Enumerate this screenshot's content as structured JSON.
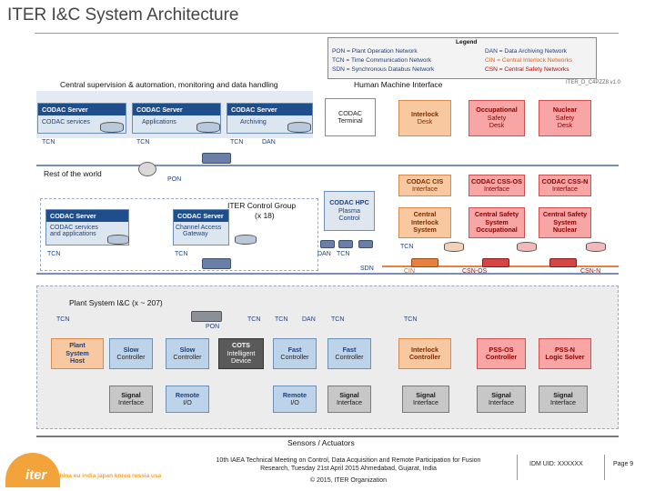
{
  "slide": {
    "title": "ITER I&C System Architecture",
    "doc_id": "ITER_D_C4PZZ8 v1.0"
  },
  "legend": {
    "heading": "Legend",
    "left": [
      "PON = Plant Operation Network",
      "TCN = Time Communication Network",
      "SDN = Synchronous Databus Network"
    ],
    "right": [
      "DAN = Data Archiving Network",
      "CIN = Central Interlock Networks",
      "CSN = Central Safety Networks"
    ]
  },
  "sections": {
    "central": "Central supervision & automation, monitoring and data handling",
    "hmi": "Human Machine Interface",
    "rest_of_world": "Rest of the world",
    "control_group": "ITER Control Group",
    "control_group_count": "(x 18)",
    "plant_system": "Plant System I&C (x ~ 207)",
    "sensors": "Sensors / Actuators"
  },
  "servers_top": [
    {
      "title": "CODAC Server",
      "sub": "CODAC services"
    },
    {
      "title": "CODAC Server",
      "sub": "Applications"
    },
    {
      "title": "CODAC Server",
      "sub": "Archiving"
    }
  ],
  "hmi_boxes": [
    {
      "line1": "CODAC",
      "line2": "Terminal",
      "line3": ""
    },
    {
      "line1": "Interlock",
      "line2": "Desk",
      "line3": ""
    },
    {
      "line1": "Occupational",
      "line2": "Safety",
      "line3": "Desk"
    },
    {
      "line1": "Nuclear",
      "line2": "Safety",
      "line3": "Desk"
    }
  ],
  "interfaces": [
    {
      "line1": "CODAC CIS",
      "line2": "Interface"
    },
    {
      "line1": "CODAC CSS-OS",
      "line2": "Interface"
    },
    {
      "line1": "CODAC CSS-N",
      "line2": "Interface"
    }
  ],
  "group_servers": [
    {
      "title": "CODAC Server",
      "line1": "CODAC services",
      "line2": "and applications"
    },
    {
      "title": "CODAC Server",
      "line1": "Channel Access",
      "line2": "Gateway"
    }
  ],
  "hpc": {
    "line1": "CODAC HPC",
    "line2": "Plasma",
    "line3": "Control"
  },
  "central_systems": [
    {
      "line1": "Central",
      "line2": "Interlock",
      "line3": "System"
    },
    {
      "line1": "Central Safety",
      "line2": "System",
      "line3": "Occupational"
    },
    {
      "line1": "Central Safety",
      "line2": "System",
      "line3": "Nuclear"
    }
  ],
  "network_labels": {
    "tcn": "TCN",
    "dan": "DAN",
    "pon": "PON",
    "sdn": "SDN",
    "cin": "CIN",
    "csn_os": "CSN-OS",
    "csn_n": "CSN-N"
  },
  "controllers": [
    {
      "line1": "Plant",
      "line2": "System",
      "line3": "Host"
    },
    {
      "line1": "Slow",
      "line2": "Controller",
      "line3": ""
    },
    {
      "line1": "Slow",
      "line2": "Controller",
      "line3": ""
    },
    {
      "line1": "COTS",
      "line2": "Intelligent",
      "line3": "Device"
    },
    {
      "line1": "Fast",
      "line2": "Controller",
      "line3": ""
    },
    {
      "line1": "Fast",
      "line2": "Controller",
      "line3": ""
    },
    {
      "line1": "Interlock",
      "line2": "Controller",
      "line3": ""
    },
    {
      "line1": "PSS-OS",
      "line2": "Controller",
      "line3": ""
    },
    {
      "line1": "PSS-N",
      "line2": "Logic Solver",
      "line3": ""
    }
  ],
  "bottom_row": [
    {
      "line1": "Signal",
      "line2": "Interface"
    },
    {
      "line1": "Remote",
      "line2": "I/O"
    },
    {
      "line1": "Remote",
      "line2": "I/O"
    },
    {
      "line1": "Signal",
      "line2": "Interface"
    },
    {
      "line1": "Signal",
      "line2": "Interface"
    },
    {
      "line1": "Signal",
      "line2": "Interface"
    },
    {
      "line1": "Signal",
      "line2": "Interface"
    }
  ],
  "footer": {
    "logo": "iter",
    "tagline": "china eu india japan korea russia usa",
    "meeting_line1": "10th IAEA Technical Meeting on Control, Data Acquisition and Remote Participation for Fusion",
    "meeting_line2": "Research, Tuesday 21st April 2015 Ahmedabad, Gujarat, India",
    "copyright": "© 2015, ITER Organization",
    "idm": "IDM UID: XXXXXX",
    "page": "Page 9"
  },
  "colors": {
    "codac_blue": "#1f4e8c",
    "interlock_orange": "#f8c9a0",
    "safety_red": "#f7a5a5",
    "network_blue": "#6a7fa8"
  }
}
